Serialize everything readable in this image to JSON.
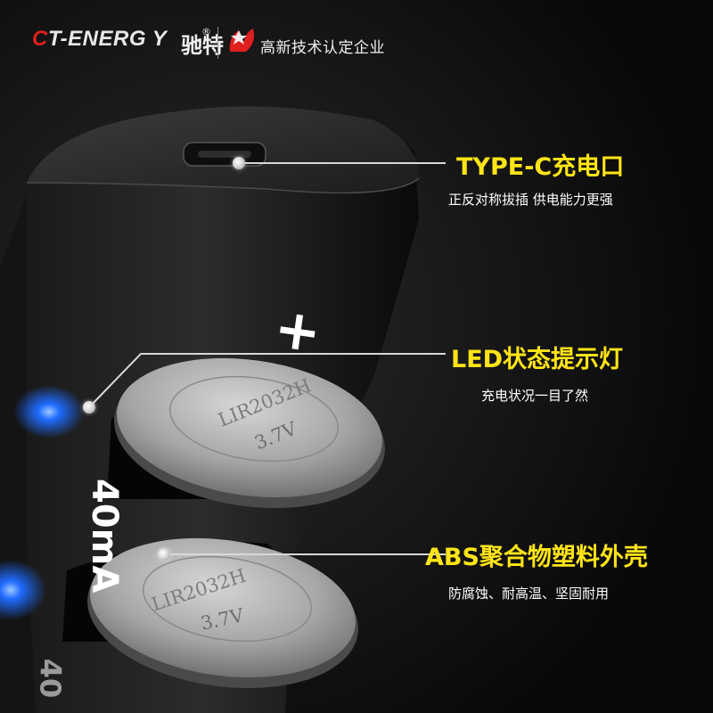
{
  "brand": {
    "logo_prefix": "C",
    "logo_rest": "T-ENERG Y",
    "name_cn": "驰特",
    "registered": "®",
    "certification": "高新技术认定企业"
  },
  "callouts": [
    {
      "title": "TYPE-C充电口",
      "subtitle": "正反对称拔插 供电能力更强"
    },
    {
      "title": "LED状态提示灯",
      "subtitle": "充电状况一目了然"
    },
    {
      "title": "ABS聚合物塑料外壳",
      "subtitle": "防腐蚀、耐高温、坚固耐用"
    }
  ],
  "device": {
    "plus_sign": "+",
    "current_label": "40mA",
    "current_label_partial": "40",
    "batteries": [
      {
        "model": "LIR2032H",
        "voltage": "3.7V"
      },
      {
        "model": "LIR2032H",
        "voltage": "3.7V"
      }
    ]
  },
  "colors": {
    "background": "#0d0d0d",
    "callout_title": "#ffe418",
    "led": "#1f6bff",
    "logo_accent": "#e01f1f"
  },
  "icons": {
    "emblem": "flame-star-emblem-icon",
    "pointer": "pointer-dot-icon"
  }
}
